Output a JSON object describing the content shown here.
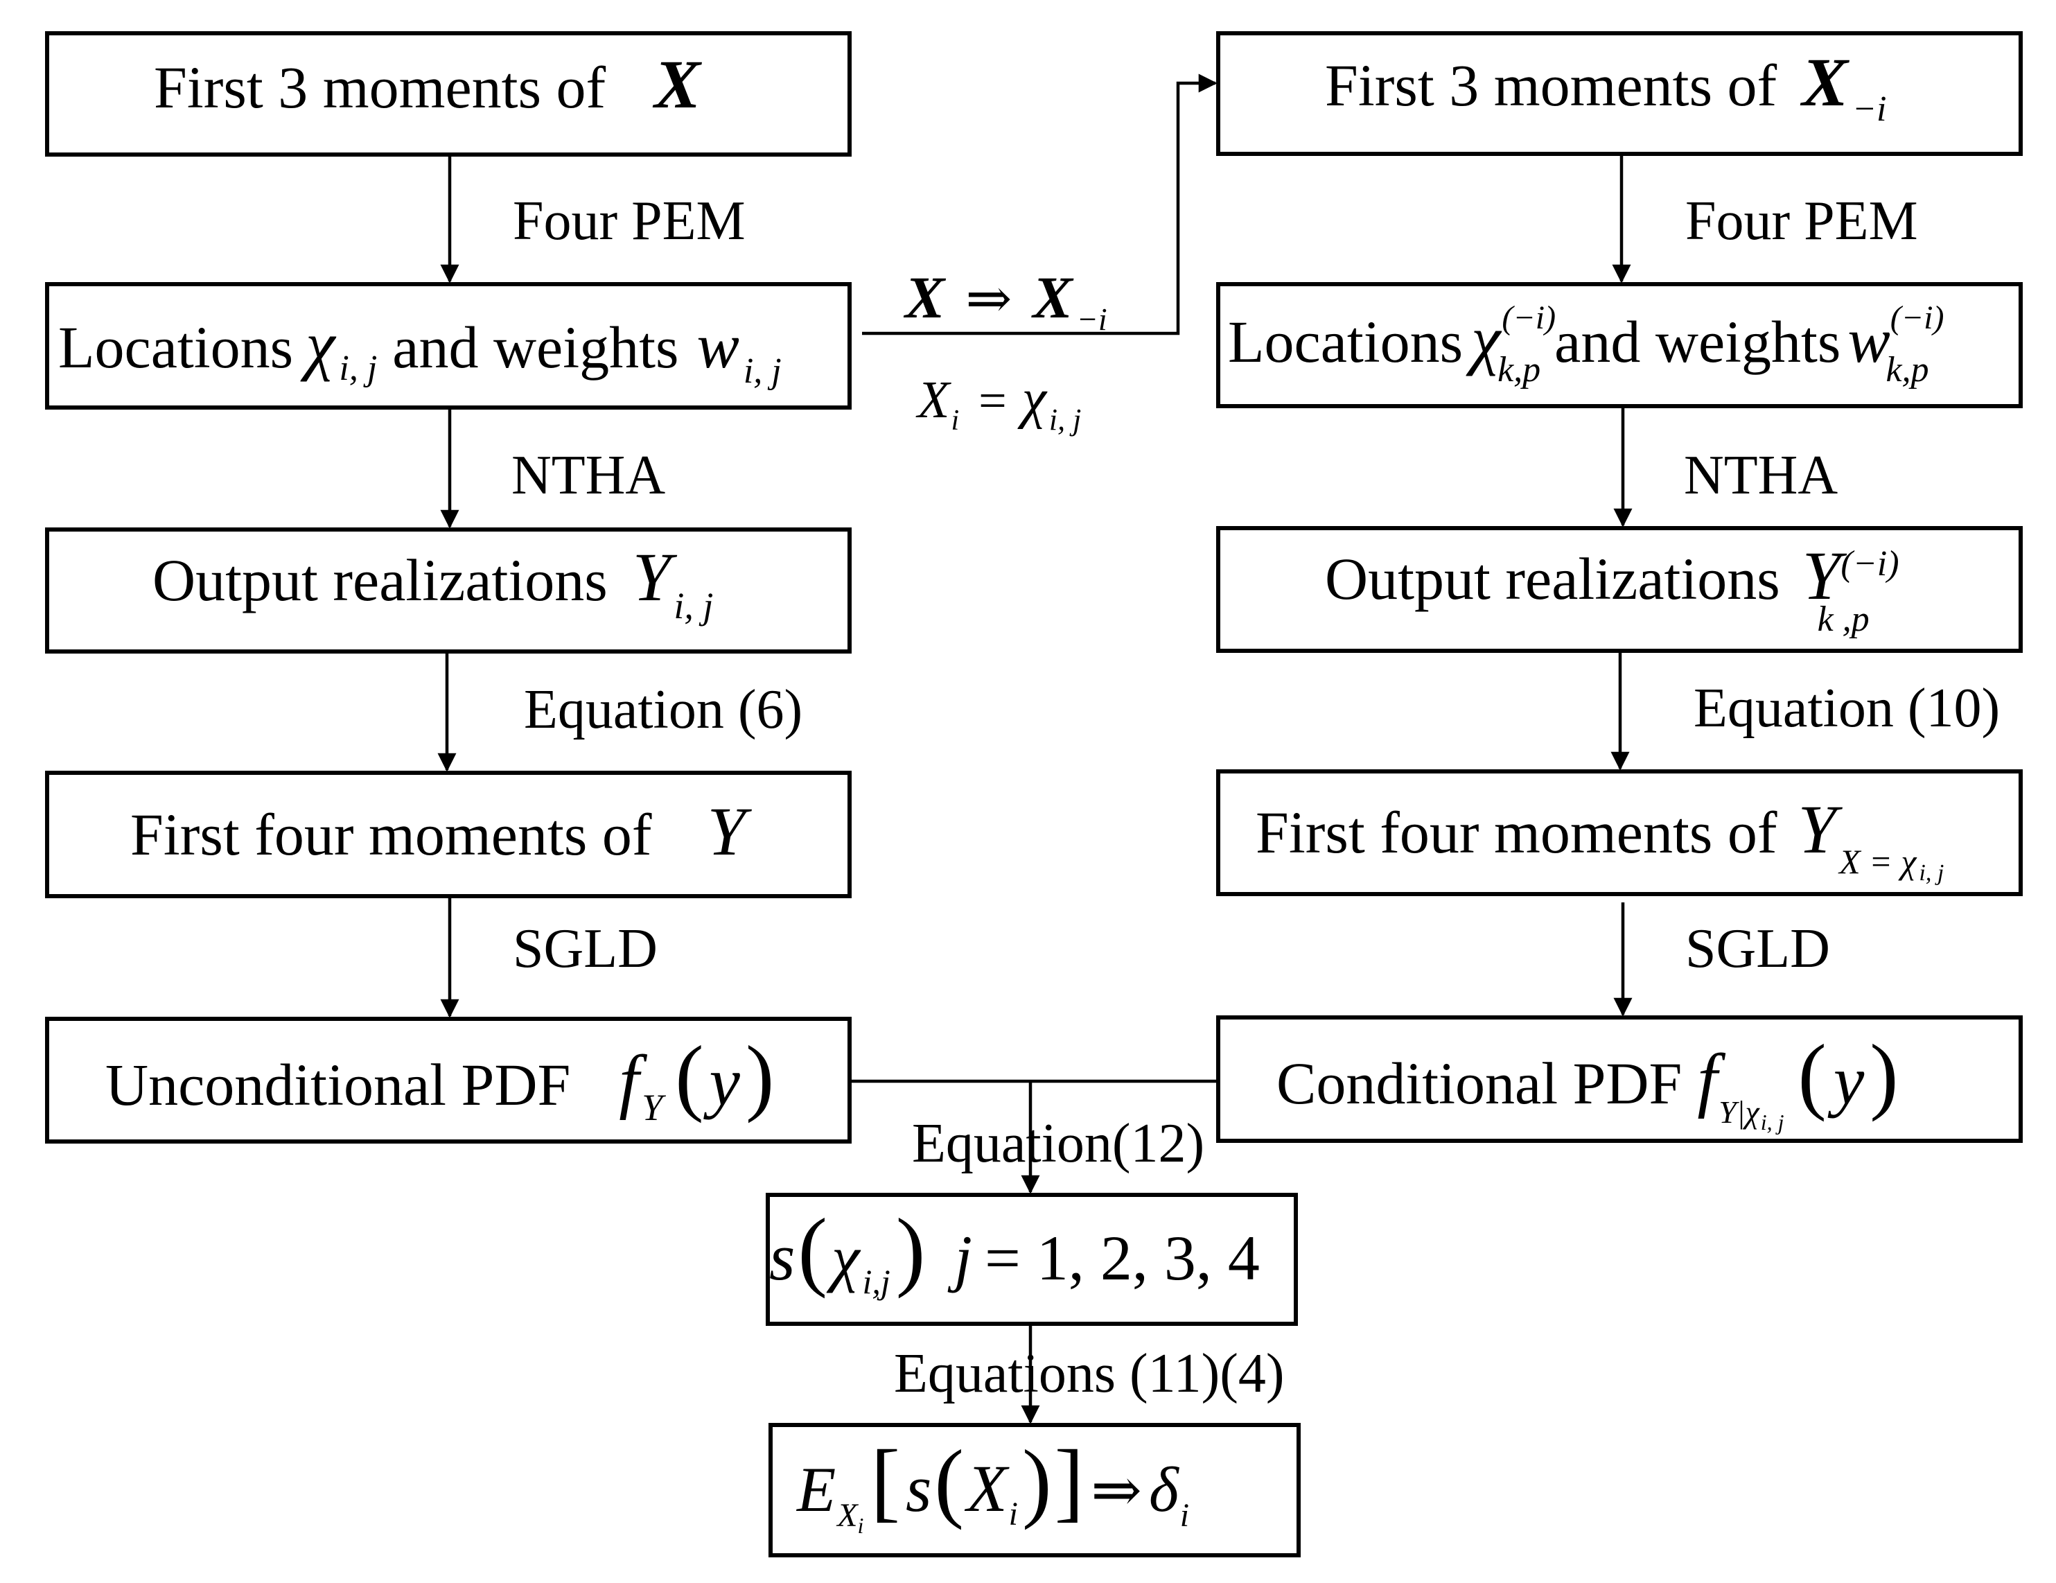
{
  "left_column": {
    "box1": {
      "text": "First 3 moments of",
      "symbol": "X"
    },
    "edge1": "Four PEM",
    "box2": {
      "prefix": "Locations",
      "chi": "χ",
      "chi_sub": "i, j",
      "mid": "and weights",
      "w": "w",
      "w_sub": "i, j"
    },
    "edge2": "NTHA",
    "box3": {
      "text": "Output realizations",
      "symbol": "Y",
      "sub": "i, j"
    },
    "edge3": "Equation (6)",
    "box4": {
      "text": "First four moments of",
      "symbol": "Y"
    },
    "edge4": "SGLD",
    "box5": {
      "text": "Unconditional PDF",
      "f": "f",
      "f_sub": "Y",
      "lparen": "(",
      "arg": "y",
      "rparen": ")"
    }
  },
  "right_column": {
    "box1": {
      "text": "First 3 moments of",
      "symbol": "X",
      "sub": "−i"
    },
    "edge1": "Four PEM",
    "box2": {
      "prefix": "Locations",
      "chi": "χ",
      "chi_sup": "(−i)",
      "chi_sub": "k,p",
      "mid": "and weights",
      "w": "w",
      "w_sup": "(−i)",
      "w_sub": "k,p"
    },
    "edge2": "NTHA",
    "box3": {
      "text": "Output realizations",
      "symbol": "Y",
      "sup": "(−i)",
      "sub": "k ,p"
    },
    "edge3": "Equation (10)",
    "box4": {
      "text": "First four moments of",
      "symbol": "Y",
      "sub": "X = χ",
      "sub2": "i, j"
    },
    "edge4": "SGLD",
    "box5": {
      "text": "Conditional PDF",
      "f": "f",
      "f_sub": "Y|χ",
      "f_sub2": "i, j",
      "lparen": "(",
      "arg": "y",
      "rparen": ")"
    }
  },
  "connector": {
    "top": {
      "a": "X",
      "arrow": "⇒",
      "b": "X",
      "b_sub": "−i"
    },
    "bottom": {
      "a": "X",
      "a_sub": "i",
      "eq": "=",
      "b": "χ",
      "b_sub": "i, j"
    }
  },
  "bottom": {
    "edge1": "Equation(12)",
    "box1": {
      "s": "s",
      "lparen": "(",
      "chi": "χ",
      "chi_sub": "i,j",
      "rparen": ")",
      "j": "j",
      "rest": "= 1, 2, 3, 4"
    },
    "edge2": "Equations  (11)(4)",
    "box2": {
      "E": "E",
      "E_sub": "X",
      "E_sub2": "i",
      "lbr": "[",
      "s": "s",
      "lparen": "(",
      "X": "X",
      "X_sub": "i",
      "rparen": ")",
      "rbr": "]",
      "arrow": "⇒",
      "delta": "δ",
      "delta_sub": "i"
    }
  }
}
